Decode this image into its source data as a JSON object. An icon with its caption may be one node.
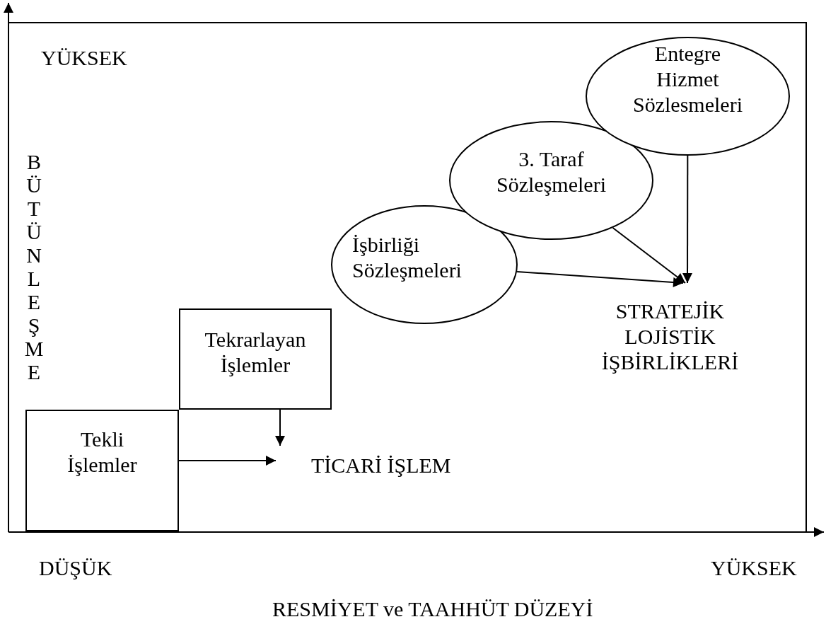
{
  "diagram": {
    "nodes": [
      {
        "text": [
          "Tekli İşlemler"
        ]
      },
      {
        "text": [
          "Tekrarlayan İşlemler"
        ]
      },
      {
        "text": [
          "TİCARİ İŞLEM"
        ]
      },
      {
        "text": [
          "İşbirliği Sözleşmeleri"
        ]
      },
      {
        "text": [
          "3. Taraf Sözleşmeleri"
        ]
      },
      {
        "text": [
          "Entegre Hizmet Sözlesmeleri"
        ]
      },
      {
        "text": [
          "STRATEJİK LOJİSTİK İŞBİRLİKLERİ"
        ]
      }
    ],
    "edges": [
      {
        "from": 0,
        "to": 2,
        "arrow": "to"
      },
      {
        "from": 1,
        "to": 2,
        "arrow": "to"
      },
      {
        "from": 3,
        "to": 6,
        "arrow": "to"
      },
      {
        "from": 4,
        "to": 6,
        "arrow": "to"
      },
      {
        "from": 5,
        "to": 6,
        "arrow": "to"
      }
    ],
    "labels": [
      "YÜKSEK",
      "BÜTÜNLEŞME",
      "DÜŞÜK",
      "YÜKSEK",
      "RESMİYET ve TAAHHÜT DÜZEYİ"
    ]
  }
}
